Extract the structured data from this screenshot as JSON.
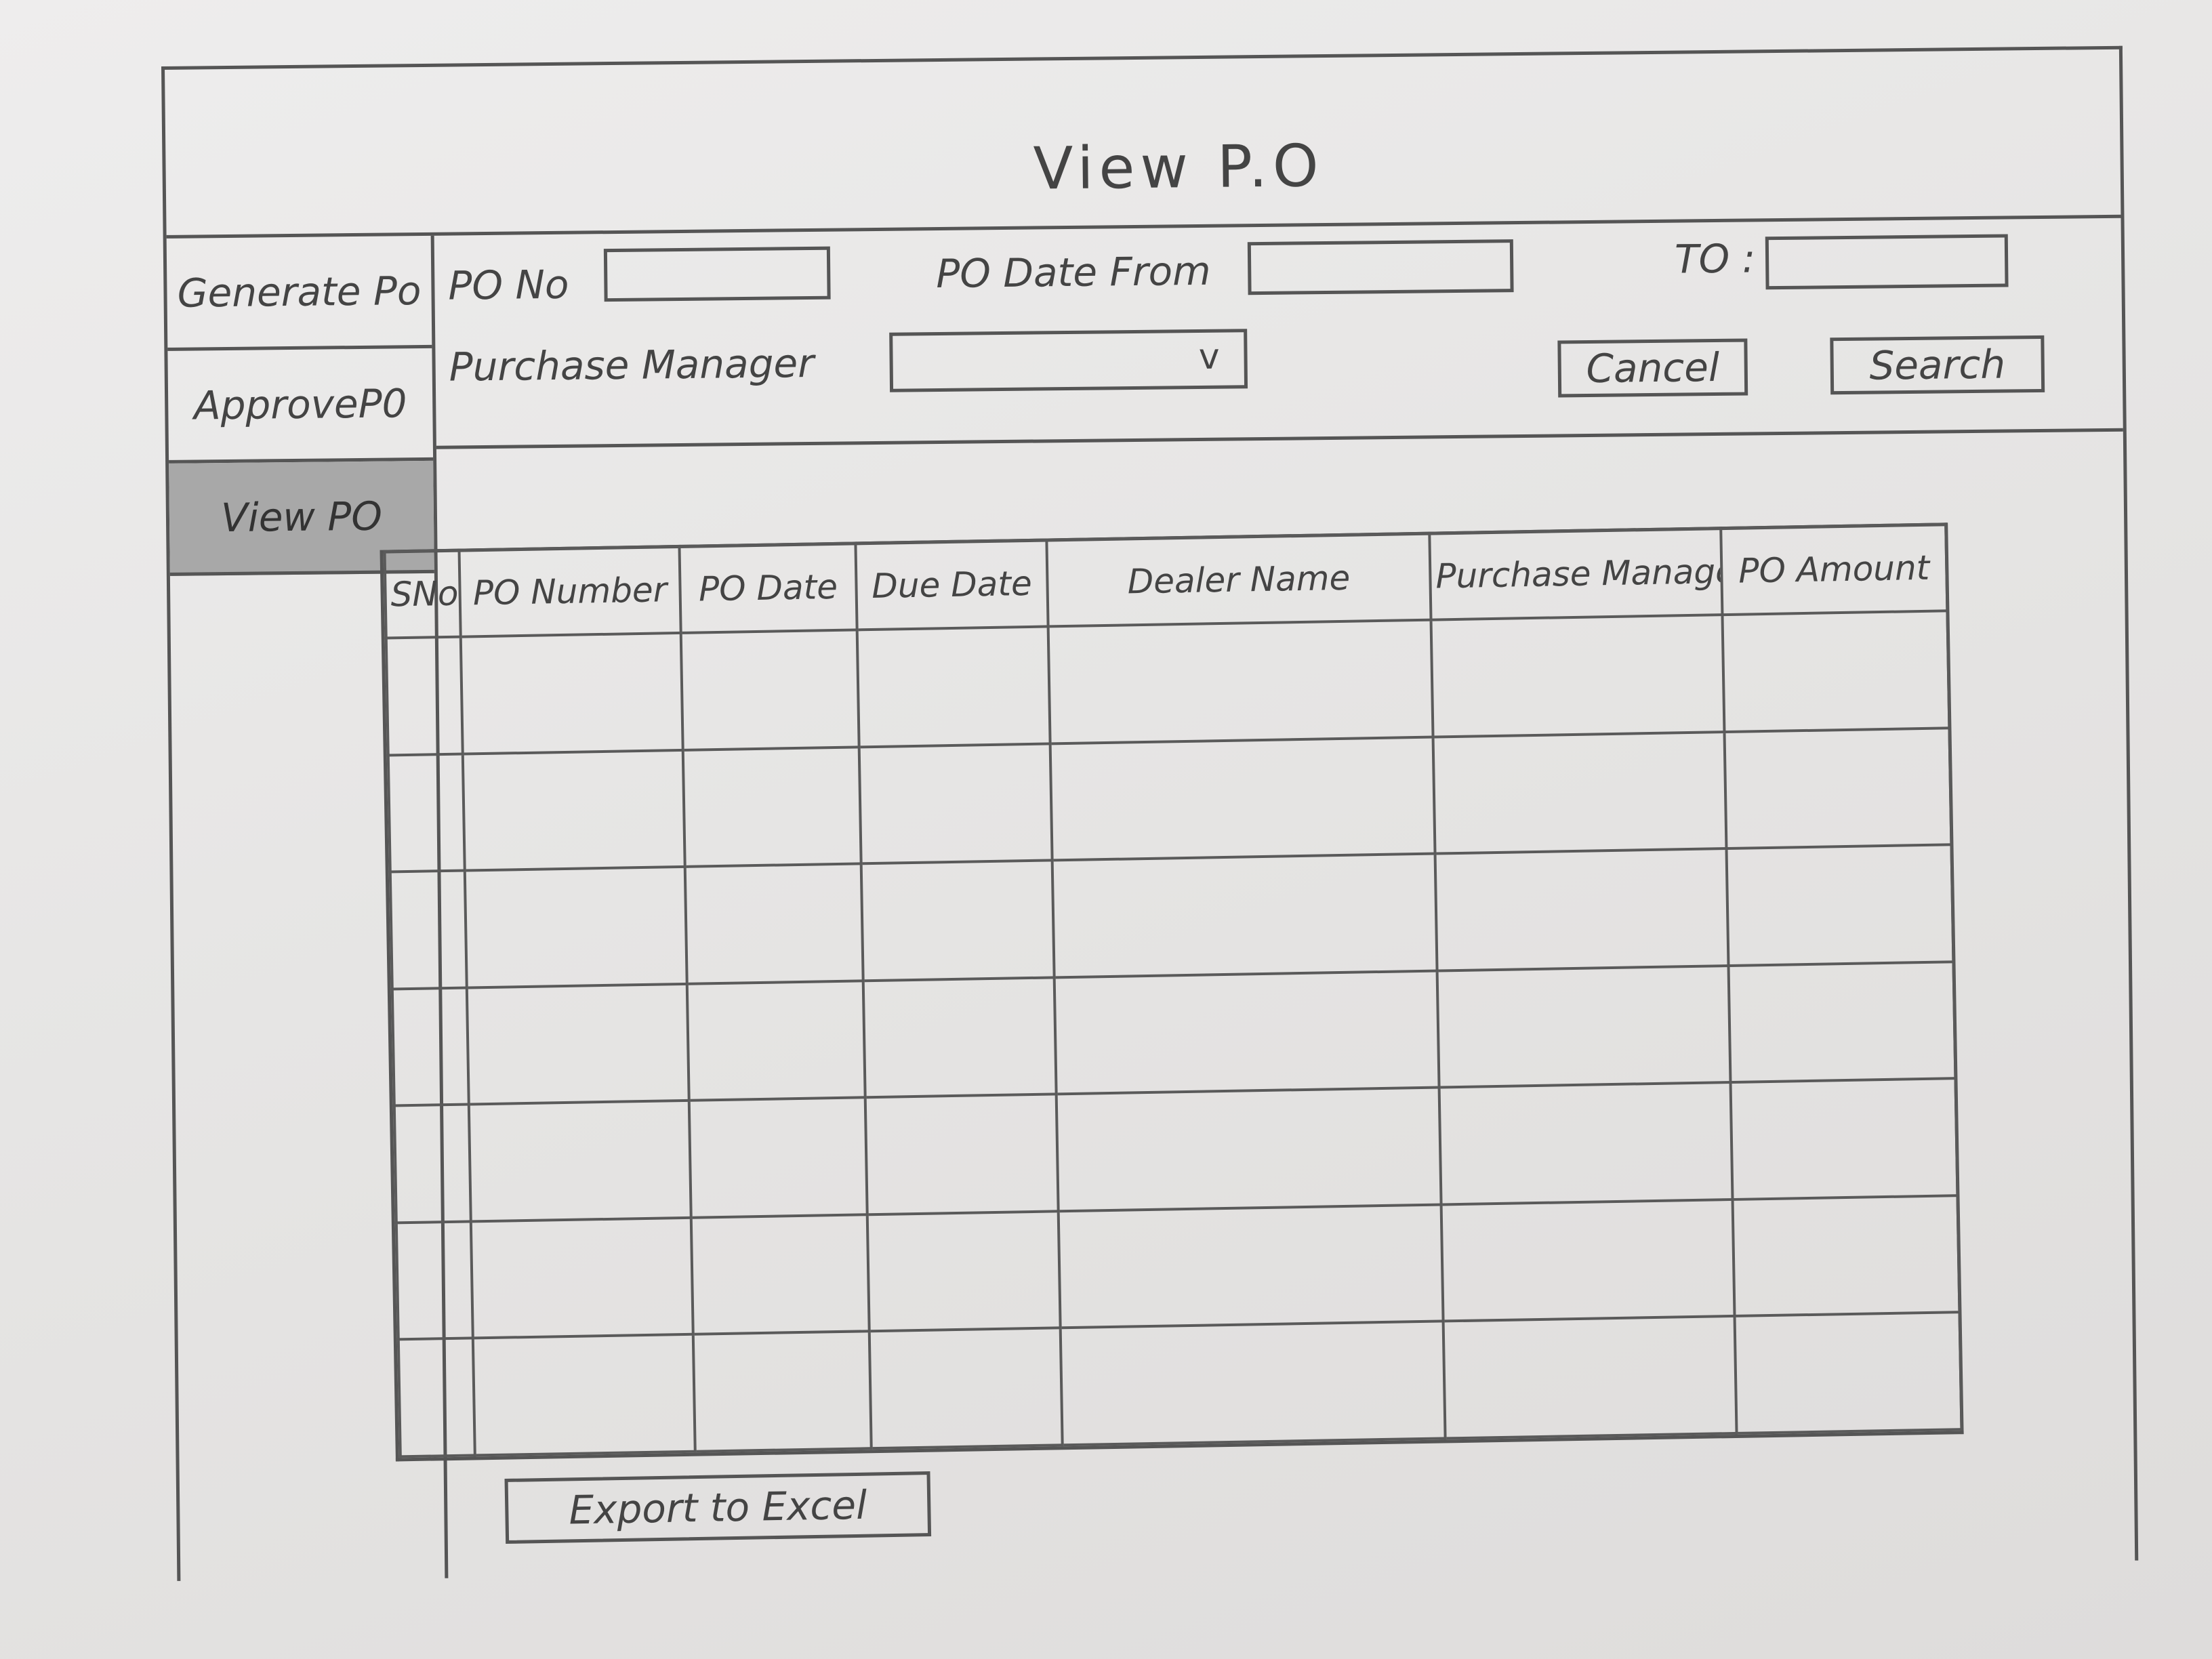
{
  "window": {
    "title": "View P.O"
  },
  "sidebar": {
    "items": [
      {
        "label": "Generate Po",
        "active": false
      },
      {
        "label": "ApproveP0",
        "active": false
      },
      {
        "label": "View PO",
        "active": true
      }
    ]
  },
  "filters": {
    "po_no_label": "PO No",
    "po_no_value": "",
    "po_date_from_label": "PO Date From",
    "po_date_from_value": "",
    "to_label": "TO :",
    "to_value": "",
    "purchase_manager_label": "Purchase Manager",
    "purchase_manager_selected": "",
    "dropdown_chevron": "v",
    "cancel_label": "Cancel",
    "search_label": "Search"
  },
  "table": {
    "columns": [
      "SNo",
      "PO Number",
      "PO Date",
      "Due Date",
      "Dealer Name",
      "Purchase Manager",
      "PO Amount"
    ],
    "row_count": 7
  },
  "footer": {
    "export_label": "Export to Excel"
  },
  "colors": {
    "pencil": "#555555",
    "paper": "#e8e7e6",
    "active_nav": "#a8a8a8"
  }
}
